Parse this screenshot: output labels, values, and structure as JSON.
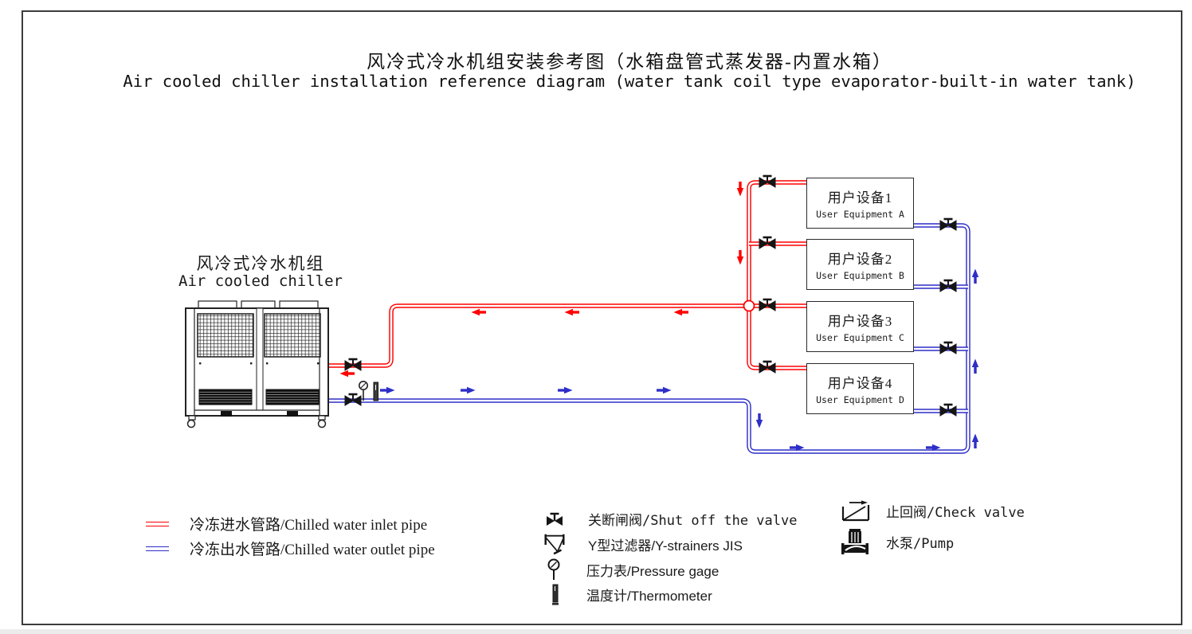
{
  "title": {
    "zh": "风冷式冷水机组安装参考图（水箱盘管式蒸发器-内置水箱）",
    "en": "Air cooled chiller installation reference diagram (water tank coil type evaporator-built-in water tank)"
  },
  "chiller": {
    "label_zh": "风冷式冷水机组",
    "label_en": "Air cooled chiller"
  },
  "equipment": [
    {
      "zh": "用户设备1",
      "en": "User Equipment A"
    },
    {
      "zh": "用户设备2",
      "en": "User Equipment B"
    },
    {
      "zh": "用户设备3",
      "en": "User Equipment C"
    },
    {
      "zh": "用户设备4",
      "en": "User Equipment D"
    }
  ],
  "legend": {
    "lines": [
      {
        "icon": "red-double-line",
        "label": "冷冻进水管路/Chilled water inlet pipe"
      },
      {
        "icon": "blue-double-line",
        "label": "冷冻出水管路/Chilled water outlet pipe"
      }
    ],
    "symbols": [
      {
        "icon": "shutoff-valve",
        "label": "关断闸阀/Shut off the valve"
      },
      {
        "icon": "y-strainer",
        "label": "Y型过滤器/Y-strainers JIS"
      },
      {
        "icon": "pressure-gage",
        "label": "压力表/Pressure gage"
      },
      {
        "icon": "thermometer",
        "label": "温度计/Thermometer"
      }
    ],
    "symbols_right": [
      {
        "icon": "check-valve",
        "label": "止回阀/Check valve"
      },
      {
        "icon": "pump",
        "label": "水泵/Pump"
      }
    ]
  },
  "colors": {
    "inlet": "#ff0000",
    "outlet": "#2e2ec8",
    "text": "#1a1a1a",
    "box_border": "#2a2a2a"
  }
}
